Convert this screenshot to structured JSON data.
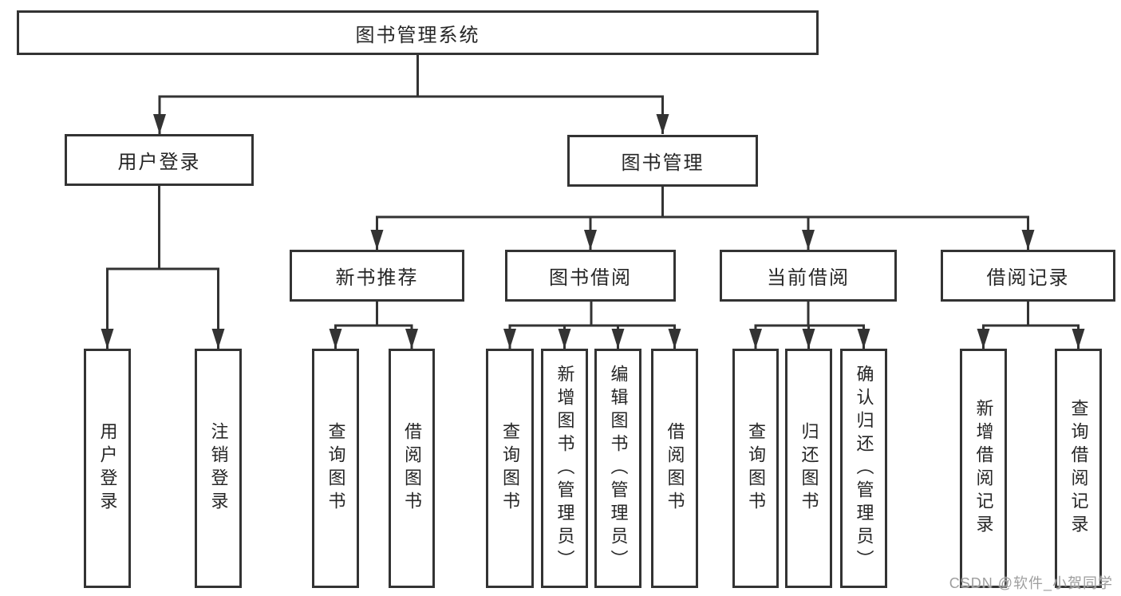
{
  "diagram": {
    "root": {
      "label": "图书管理系统"
    },
    "branches": [
      {
        "label": "用户登录",
        "children": [
          {
            "label": "用户登录"
          },
          {
            "label": "注销登录"
          }
        ]
      },
      {
        "label": "图书管理",
        "children": [
          {
            "label": "新书推荐",
            "children": [
              {
                "label": "查询图书"
              },
              {
                "label": "借阅图书"
              }
            ]
          },
          {
            "label": "图书借阅",
            "children": [
              {
                "label": "查询图书"
              },
              {
                "label": "新增图书（管理员）"
              },
              {
                "label": "编辑图书（管理员）"
              },
              {
                "label": "借阅图书"
              }
            ]
          },
          {
            "label": "当前借阅",
            "children": [
              {
                "label": "查询图书"
              },
              {
                "label": "归还图书"
              },
              {
                "label": "确认归还（管理员）"
              }
            ]
          },
          {
            "label": "借阅记录",
            "children": [
              {
                "label": "新增借阅记录"
              },
              {
                "label": "查询借阅记录"
              }
            ]
          }
        ]
      }
    ]
  },
  "watermark": {
    "text": "CSDN @软件_小贺同学"
  },
  "colors": {
    "line": "#333333",
    "border": "#333333",
    "text": "#262626",
    "watermark": "#9e9e9e",
    "background": "#ffffff"
  }
}
